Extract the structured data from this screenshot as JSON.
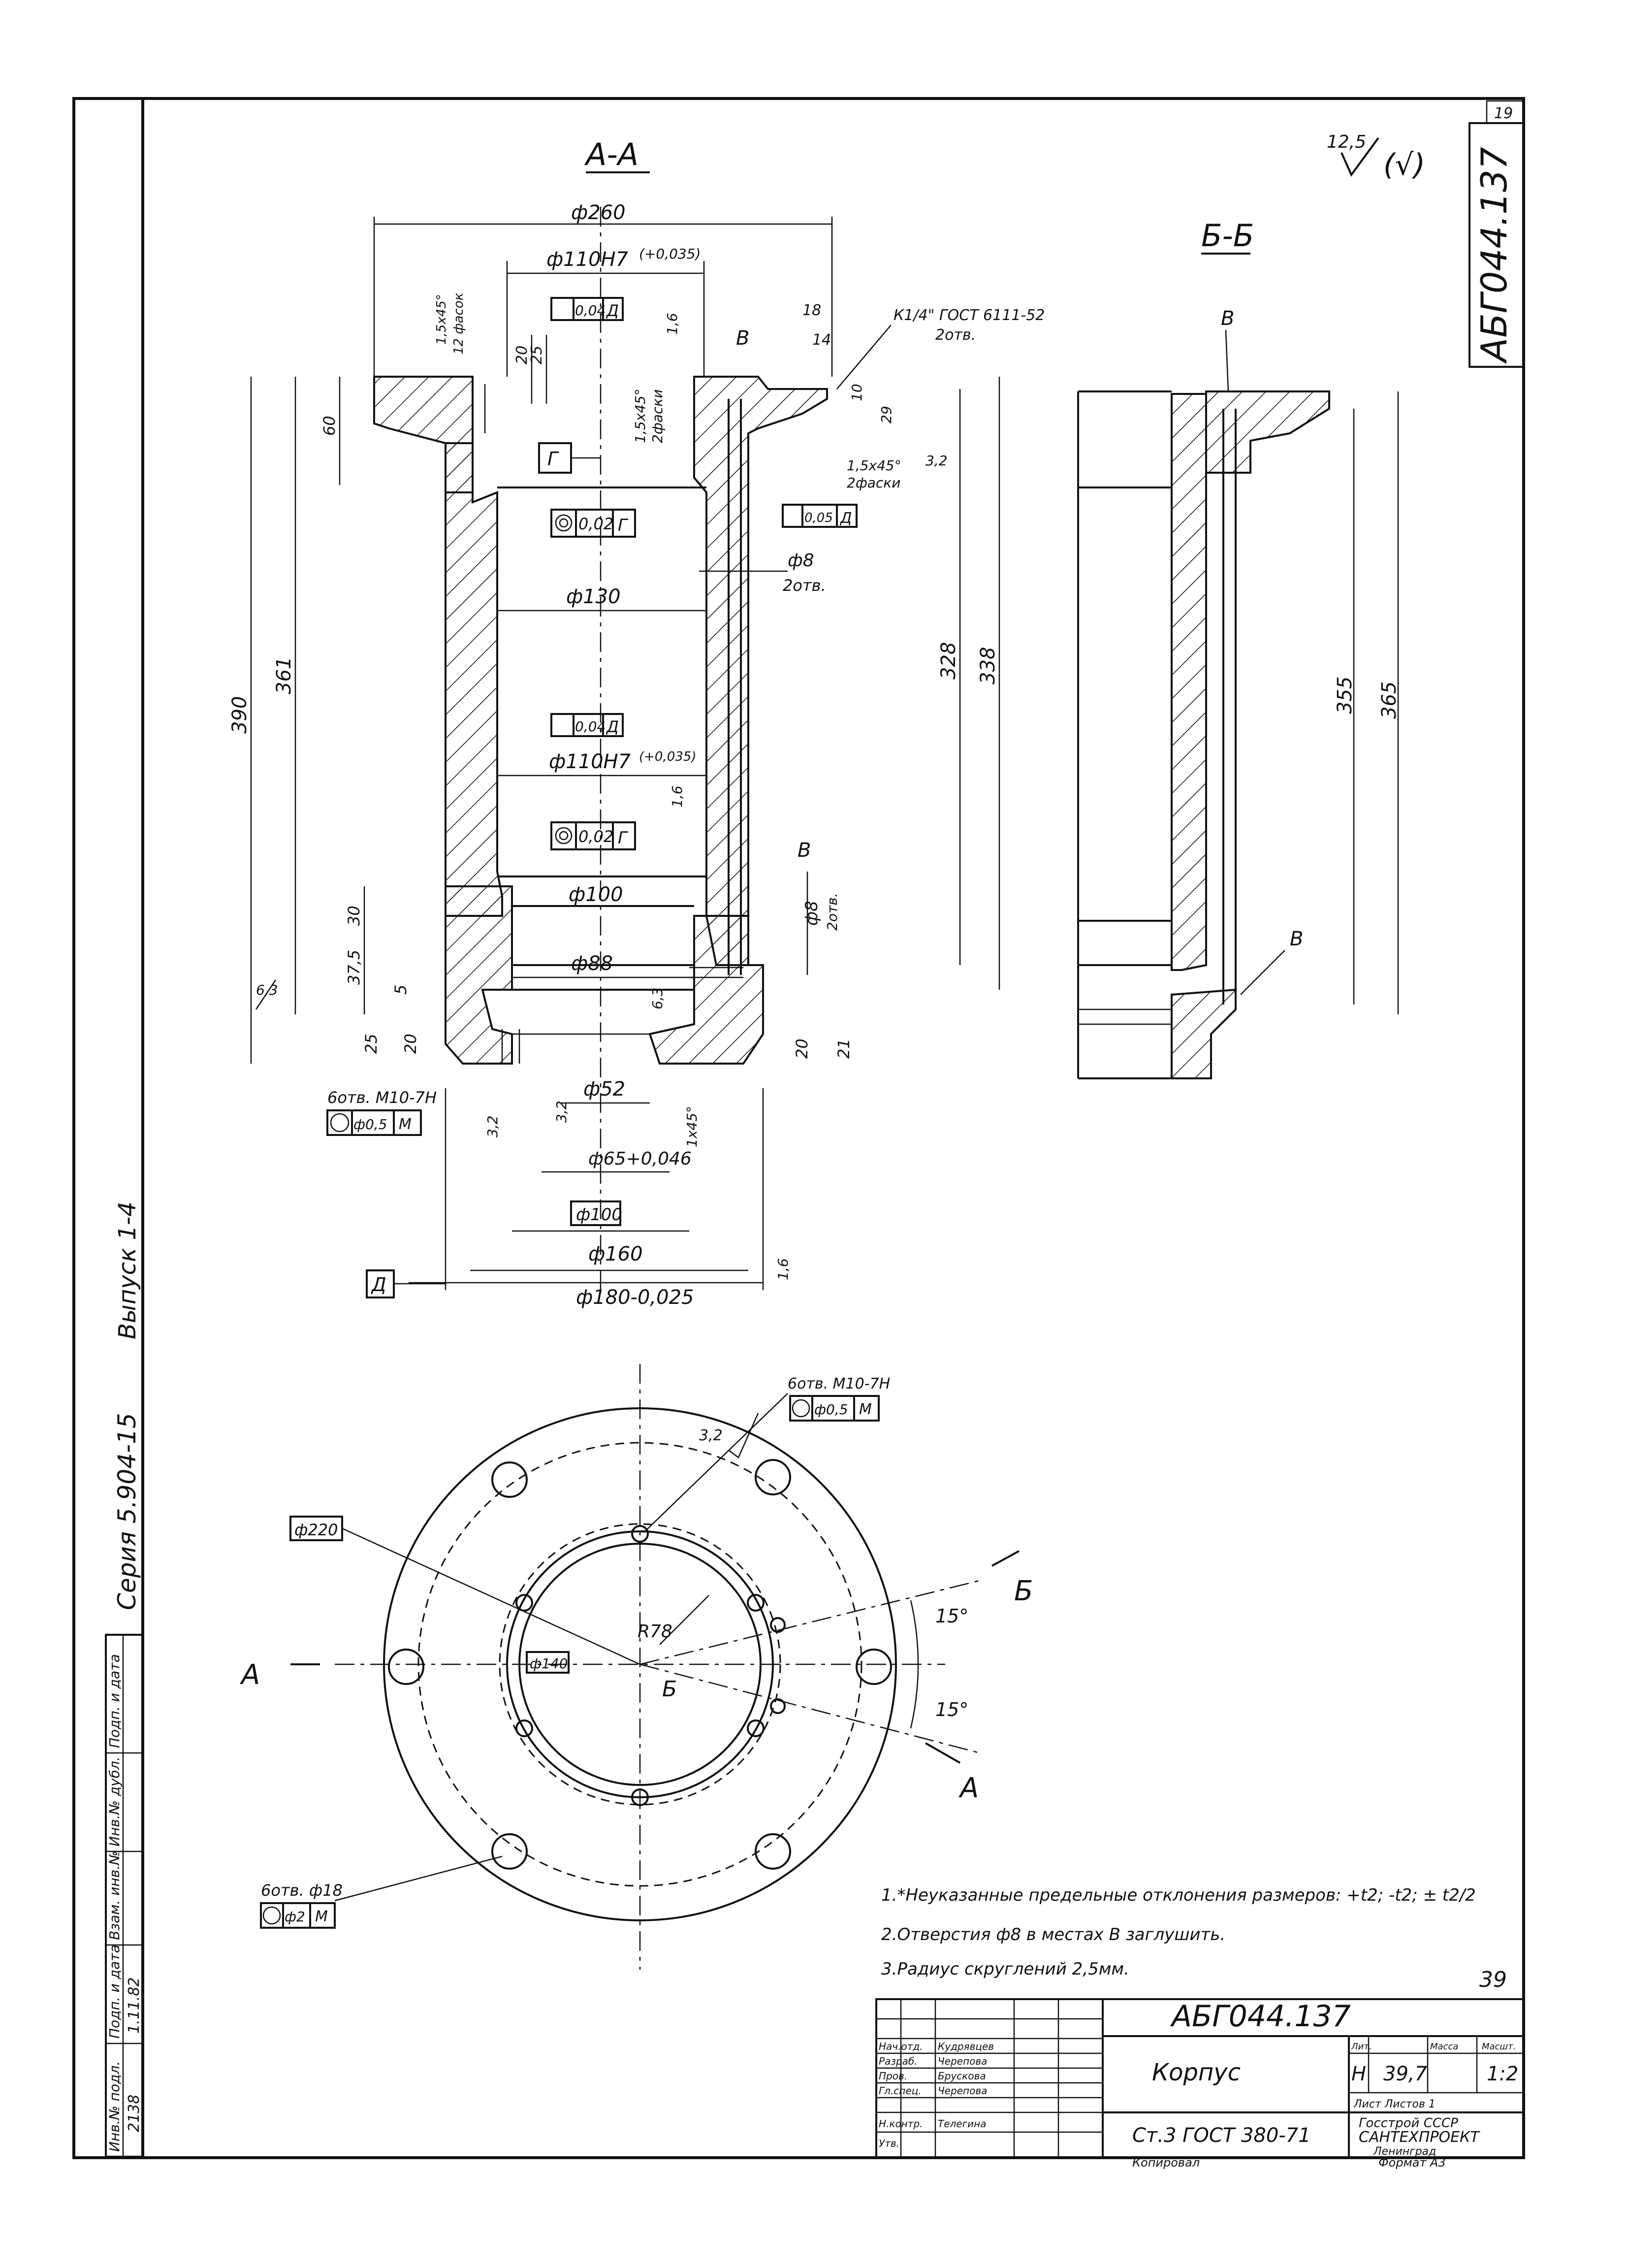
{
  "sheet": {
    "page_number": "19",
    "designation": "АБГ044.137",
    "side_label_issue": "Выпуск 1-4",
    "side_label_series": "Серия 5.904-15",
    "roughness_main": "12,5",
    "roughness_rest": "(√)",
    "sheet_number_corner": "39"
  },
  "left_strip": {
    "cells": [
      "Инв.№ подл.",
      "Подп. и дата",
      "Взам. инв.№",
      "Инв.№ дубл.",
      "Подп. и дата"
    ],
    "inv_number": "2138",
    "date_signature": "1.11.82"
  },
  "section_aa": {
    "title": "А-А",
    "dims": {
      "d260": "ф260",
      "d110_top": "ф110Н7",
      "tol_110_top": "(+0,035)",
      "tol_110_bot": "(+0,035)",
      "d110_bot": "ф110Н7",
      "d130": "ф130",
      "d100": "ф100",
      "d88": "ф88",
      "d52": "ф52",
      "d65": "ф65+0,046",
      "d100_box": "ф100",
      "d160": "ф160",
      "d180": "ф180-0,025",
      "d8_a": "ф8",
      "d8_a_note": "2отв.",
      "d8_b": "ф8",
      "d8_b_note": "2отв.",
      "h390": "390",
      "h361": "361",
      "h60": "60",
      "h20": "20",
      "h25": "25",
      "h328": "328",
      "h338": "338",
      "h30": "30",
      "h37_5": "37,5",
      "h5": "5",
      "h25b": "25",
      "h20b": "20",
      "h20c": "20",
      "h21": "21",
      "h18": "18",
      "h14": "14",
      "h10": "10",
      "h29": "29"
    },
    "notes": {
      "chamfer_12": "1,5х45°",
      "chamfer_12b": "12 фасок",
      "chamfer_2a": "1,5х45°",
      "chamfer_2a_b": "2фаски",
      "chamfer_2b": "1,5х45°",
      "chamfer_2b_b": "2фаски",
      "thread_k": "К1/4\" ГОСТ 6111-52",
      "thread_k_b": "2отв.",
      "chamfer_1x45": "1х45°",
      "holes_m10": "6отв. М10-7Н",
      "r18": "1,6",
      "r32a": "3,2",
      "r32b": "3,2",
      "r32c": "3,2",
      "r63": "6,3",
      "r63b": "6,3",
      "r16b": "1,6",
      "r16c": "1,6"
    },
    "frames": {
      "runout_top_val": "0,04",
      "runout_top_base": "Д",
      "runout_mid_val": "0,04",
      "runout_mid_base": "Д",
      "coax_a_val": "0,02",
      "coax_a_base": "Г",
      "coax_b_val": "0,02",
      "coax_b_base": "Г",
      "runout_side_val": "0,05",
      "runout_side_base": "Д",
      "pos_m10_val": "ф0,5",
      "pos_m10_mod": "М",
      "datum_g": "Г",
      "datum_d": "Д",
      "label_v_top": "В",
      "label_v_bot": "В"
    }
  },
  "section_bb": {
    "title": "Б-Б",
    "dims": {
      "h355": "355",
      "h365": "365"
    },
    "label_v_top": "В",
    "label_v_bot": "В"
  },
  "plan_view": {
    "holes_m10": "6отв. М10-7Н",
    "pos_m10_val": "ф0,5",
    "pos_m10_mod": "М",
    "roughness": "3,2",
    "d220": "ф220",
    "d140": "ф140",
    "r78": "R78",
    "angle_a": "15°",
    "angle_b": "15°",
    "cut_a_left": "А",
    "cut_a_right": "А",
    "cut_b_top": "Б",
    "cut_b_center": "Б",
    "holes_18": "6отв. ф18",
    "pos_18_val": "ф2",
    "pos_18_mod": "М"
  },
  "notes": {
    "n1": "1.*Неуказанные предельные отклонения размеров: +t2; -t2; ± t2/2",
    "n2": "2.Отверстия ф8 в местах В заглушить.",
    "n3": "3.Радиус скруглений 2,5мм."
  },
  "title_block": {
    "designation": "АБГ044.137",
    "name": "Корпус",
    "material": "Ст.3 ГОСТ 380-71",
    "lit": "Н",
    "mass": "39,7",
    "scale": "1:2",
    "org_line1": "Госстрой СССР",
    "org_line2": "САНТЕХПРОЕКТ",
    "org_line3": "Ленинград",
    "roles": [
      "Нач.отд.",
      "Разраб.",
      "Пров.",
      "Гл.спец.",
      "Н.контр.",
      "Утв."
    ],
    "people": [
      "Кудрявцев",
      "Черепова",
      "Брускова",
      "Черепова",
      "Телегина",
      ""
    ],
    "col_headers": [
      "Лит.",
      "Масса",
      "Масшт."
    ],
    "sheet_row": "Лист    Листов 1",
    "copied": "Копировал",
    "format": "Формат А3"
  }
}
